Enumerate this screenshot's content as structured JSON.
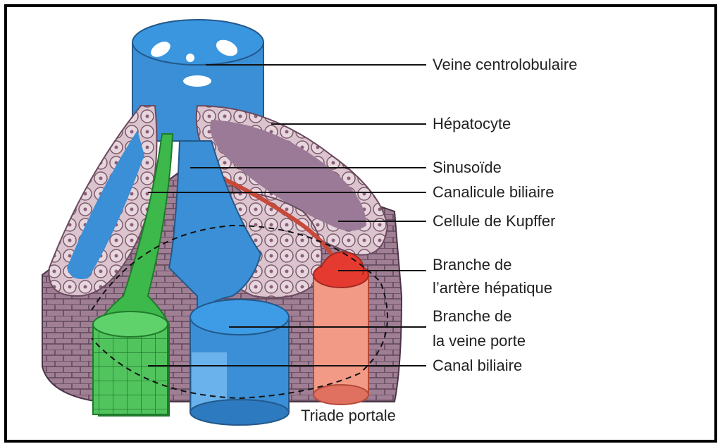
{
  "labels": {
    "veine_centrolobulaire": "Veine centrolobulaire",
    "hepatocyte": "Hépatocyte",
    "sinusoide": "Sinusoïde",
    "canalicule_biliaire": "Canalicule biliaire",
    "cellule_kupffer": "Cellule de Kupffer",
    "branche_artere_line1": "Branche de",
    "branche_artere_line2": "l’artère hépatique",
    "branche_veine_line1": "Branche de",
    "branche_veine_line2": "la veine porte",
    "canal_biliaire": "Canal biliaire",
    "triade_portale": "Triade portale"
  },
  "colors": {
    "vein_blue": "#3a8fd6",
    "artery_red": "#e53a2f",
    "artery_pink": "#f29a86",
    "bile_green": "#3db84a",
    "hepatocyte_pink": "#d9c2cc",
    "purple": "#9a7a96",
    "border": "#000000"
  }
}
